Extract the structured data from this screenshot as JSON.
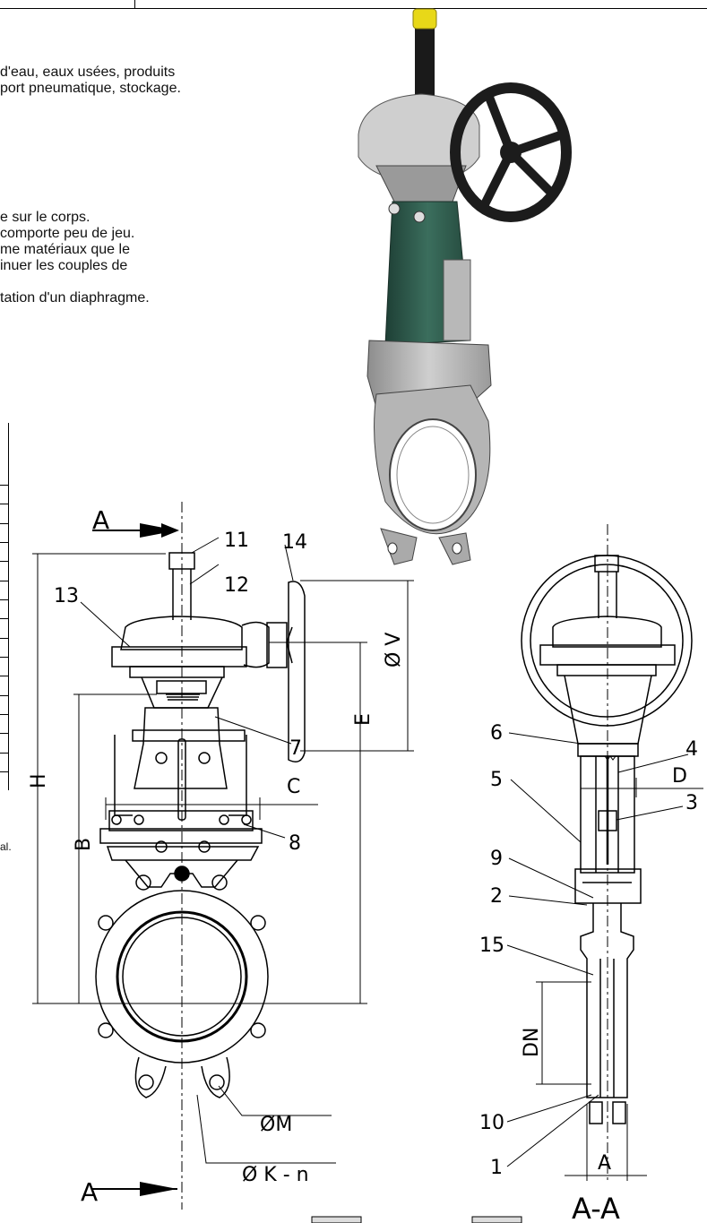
{
  "description_lines": [
    "d'eau, eaux usées, produits",
    "port pneumatique, stockage."
  ],
  "feature_lines": [
    "e sur le corps.",
    "comporte peu de jeu.",
    "me matériaux que le",
    "inuer les couples de",
    "",
    "tation d'un diaphragme."
  ],
  "table_note": "al.",
  "front_view": {
    "section_marker": "A",
    "dimensions": {
      "h": "H",
      "b": "B",
      "e": "E",
      "c": "C",
      "v": "Ø V",
      "m": "ØM",
      "k": "Ø K - n"
    },
    "callouts": [
      "11",
      "12",
      "13",
      "14",
      "7",
      "8"
    ]
  },
  "side_view": {
    "title": "A-A",
    "dimensions": {
      "d": "D",
      "dn": "DN",
      "a": "A"
    },
    "callouts": [
      "6",
      "4",
      "5",
      "3",
      "9",
      "2",
      "15",
      "10",
      "1"
    ]
  },
  "colors": {
    "cap": "#e8d818",
    "frame": "#2f5a4c",
    "body": "#b5b5b5",
    "handwheel": "#1c1c1c",
    "line": "#000000"
  }
}
